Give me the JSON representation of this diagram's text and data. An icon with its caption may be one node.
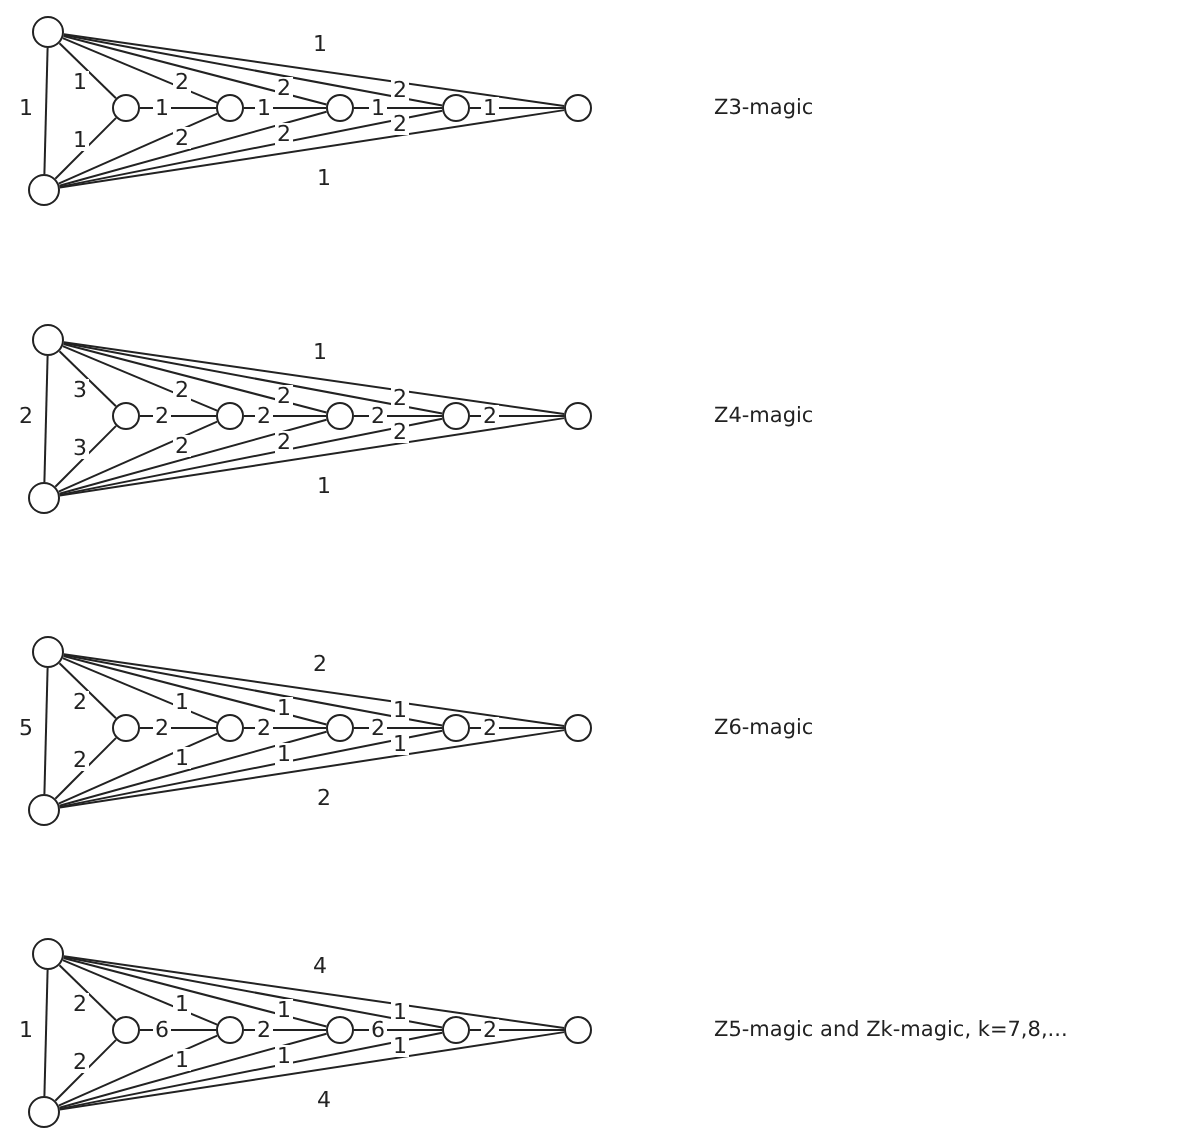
{
  "diagram": {
    "nodes": [
      {
        "text": [],
        "shape": "circle"
      },
      {
        "text": [],
        "shape": "circle"
      },
      {
        "text": [],
        "shape": "circle"
      },
      {
        "text": [],
        "shape": "circle"
      },
      {
        "text": [],
        "shape": "circle"
      },
      {
        "text": [],
        "shape": "circle"
      },
      {
        "text": [],
        "shape": "circle"
      },
      {
        "text": [],
        "shape": "circle"
      },
      {
        "text": [],
        "shape": "circle"
      },
      {
        "text": [],
        "shape": "circle"
      },
      {
        "text": [],
        "shape": "circle"
      },
      {
        "text": [],
        "shape": "circle"
      },
      {
        "text": [],
        "shape": "circle"
      },
      {
        "text": [],
        "shape": "circle"
      },
      {
        "text": [],
        "shape": "circle"
      },
      {
        "text": [],
        "shape": "circle"
      },
      {
        "text": [],
        "shape": "circle"
      },
      {
        "text": [],
        "shape": "circle"
      },
      {
        "text": [],
        "shape": "circle"
      },
      {
        "text": [],
        "shape": "circle"
      },
      {
        "text": [],
        "shape": "circle"
      },
      {
        "text": [],
        "shape": "circle"
      },
      {
        "text": [],
        "shape": "circle"
      },
      {
        "text": [],
        "shape": "circle"
      },
      {
        "text": [],
        "shape": "circle"
      },
      {
        "text": [],
        "shape": "circle"
      },
      {
        "text": [],
        "shape": "circle"
      },
      {
        "text": [],
        "shape": "circle"
      }
    ],
    "edges": [
      {
        "from": 0,
        "to": 6,
        "arrow": "none",
        "label": "1"
      },
      {
        "from": 0,
        "to": 1,
        "arrow": "none",
        "label": "1"
      },
      {
        "from": 6,
        "to": 1,
        "arrow": "none",
        "label": "1"
      },
      {
        "from": 1,
        "to": 2,
        "arrow": "none",
        "label": "1"
      },
      {
        "from": 2,
        "to": 3,
        "arrow": "none",
        "label": "1"
      },
      {
        "from": 3,
        "to": 4,
        "arrow": "none",
        "label": "1"
      },
      {
        "from": 4,
        "to": 5,
        "arrow": "none",
        "label": "1"
      },
      {
        "from": 0,
        "to": 2,
        "arrow": "none",
        "label": "2"
      },
      {
        "from": 0,
        "to": 3,
        "arrow": "none",
        "label": "2"
      },
      {
        "from": 0,
        "to": 4,
        "arrow": "none",
        "label": "2"
      },
      {
        "from": 0,
        "to": 5,
        "arrow": "none",
        "label": "1"
      },
      {
        "from": 6,
        "to": 2,
        "arrow": "none",
        "label": "2"
      },
      {
        "from": 6,
        "to": 3,
        "arrow": "none",
        "label": "2"
      },
      {
        "from": 6,
        "to": 4,
        "arrow": "none",
        "label": "2"
      },
      {
        "from": 6,
        "to": 5,
        "arrow": "none",
        "label": "1"
      },
      {
        "from": 7,
        "to": 13,
        "arrow": "none",
        "label": "2"
      },
      {
        "from": 7,
        "to": 8,
        "arrow": "none",
        "label": "3"
      },
      {
        "from": 13,
        "to": 8,
        "arrow": "none",
        "label": "3"
      },
      {
        "from": 8,
        "to": 9,
        "arrow": "none",
        "label": "2"
      },
      {
        "from": 9,
        "to": 10,
        "arrow": "none",
        "label": "2"
      },
      {
        "from": 10,
        "to": 11,
        "arrow": "none",
        "label": "2"
      },
      {
        "from": 11,
        "to": 12,
        "arrow": "none",
        "label": "2"
      },
      {
        "from": 7,
        "to": 9,
        "arrow": "none",
        "label": "2"
      },
      {
        "from": 7,
        "to": 10,
        "arrow": "none",
        "label": "2"
      },
      {
        "from": 7,
        "to": 11,
        "arrow": "none",
        "label": "2"
      },
      {
        "from": 7,
        "to": 12,
        "arrow": "none",
        "label": "1"
      },
      {
        "from": 13,
        "to": 9,
        "arrow": "none",
        "label": "2"
      },
      {
        "from": 13,
        "to": 10,
        "arrow": "none",
        "label": "2"
      },
      {
        "from": 13,
        "to": 11,
        "arrow": "none",
        "label": "2"
      },
      {
        "from": 13,
        "to": 12,
        "arrow": "none",
        "label": "1"
      },
      {
        "from": 14,
        "to": 20,
        "arrow": "none",
        "label": "5"
      },
      {
        "from": 14,
        "to": 15,
        "arrow": "none",
        "label": "2"
      },
      {
        "from": 20,
        "to": 15,
        "arrow": "none",
        "label": "2"
      },
      {
        "from": 15,
        "to": 16,
        "arrow": "none",
        "label": "2"
      },
      {
        "from": 16,
        "to": 17,
        "arrow": "none",
        "label": "2"
      },
      {
        "from": 17,
        "to": 18,
        "arrow": "none",
        "label": "2"
      },
      {
        "from": 18,
        "to": 19,
        "arrow": "none",
        "label": "2"
      },
      {
        "from": 14,
        "to": 16,
        "arrow": "none",
        "label": "1"
      },
      {
        "from": 14,
        "to": 17,
        "arrow": "none",
        "label": "1"
      },
      {
        "from": 14,
        "to": 18,
        "arrow": "none",
        "label": "1"
      },
      {
        "from": 14,
        "to": 19,
        "arrow": "none",
        "label": "2"
      },
      {
        "from": 20,
        "to": 16,
        "arrow": "none",
        "label": "1"
      },
      {
        "from": 20,
        "to": 17,
        "arrow": "none",
        "label": "1"
      },
      {
        "from": 20,
        "to": 18,
        "arrow": "none",
        "label": "1"
      },
      {
        "from": 20,
        "to": 19,
        "arrow": "none",
        "label": "2"
      },
      {
        "from": 21,
        "to": 27,
        "arrow": "none",
        "label": "1"
      },
      {
        "from": 21,
        "to": 22,
        "arrow": "none",
        "label": "2"
      },
      {
        "from": 27,
        "to": 22,
        "arrow": "none",
        "label": "2"
      },
      {
        "from": 22,
        "to": 23,
        "arrow": "none",
        "label": "6"
      },
      {
        "from": 23,
        "to": 24,
        "arrow": "none",
        "label": "2"
      },
      {
        "from": 24,
        "to": 25,
        "arrow": "none",
        "label": "6"
      },
      {
        "from": 25,
        "to": 26,
        "arrow": "none",
        "label": "2"
      },
      {
        "from": 21,
        "to": 23,
        "arrow": "none",
        "label": "1"
      },
      {
        "from": 21,
        "to": 24,
        "arrow": "none",
        "label": "1"
      },
      {
        "from": 21,
        "to": 25,
        "arrow": "none",
        "label": "1"
      },
      {
        "from": 21,
        "to": 26,
        "arrow": "none",
        "label": "4"
      },
      {
        "from": 27,
        "to": 23,
        "arrow": "none",
        "label": "1"
      },
      {
        "from": 27,
        "to": 24,
        "arrow": "none",
        "label": "1"
      },
      {
        "from": 27,
        "to": 25,
        "arrow": "none",
        "label": "1"
      },
      {
        "from": 27,
        "to": 26,
        "arrow": "none",
        "label": "4"
      }
    ],
    "labels": [
      "Z3-magic",
      "Z4-magic",
      "Z6-magic",
      "Z5-magic and Zk-magic, k=7,8,..."
    ]
  }
}
